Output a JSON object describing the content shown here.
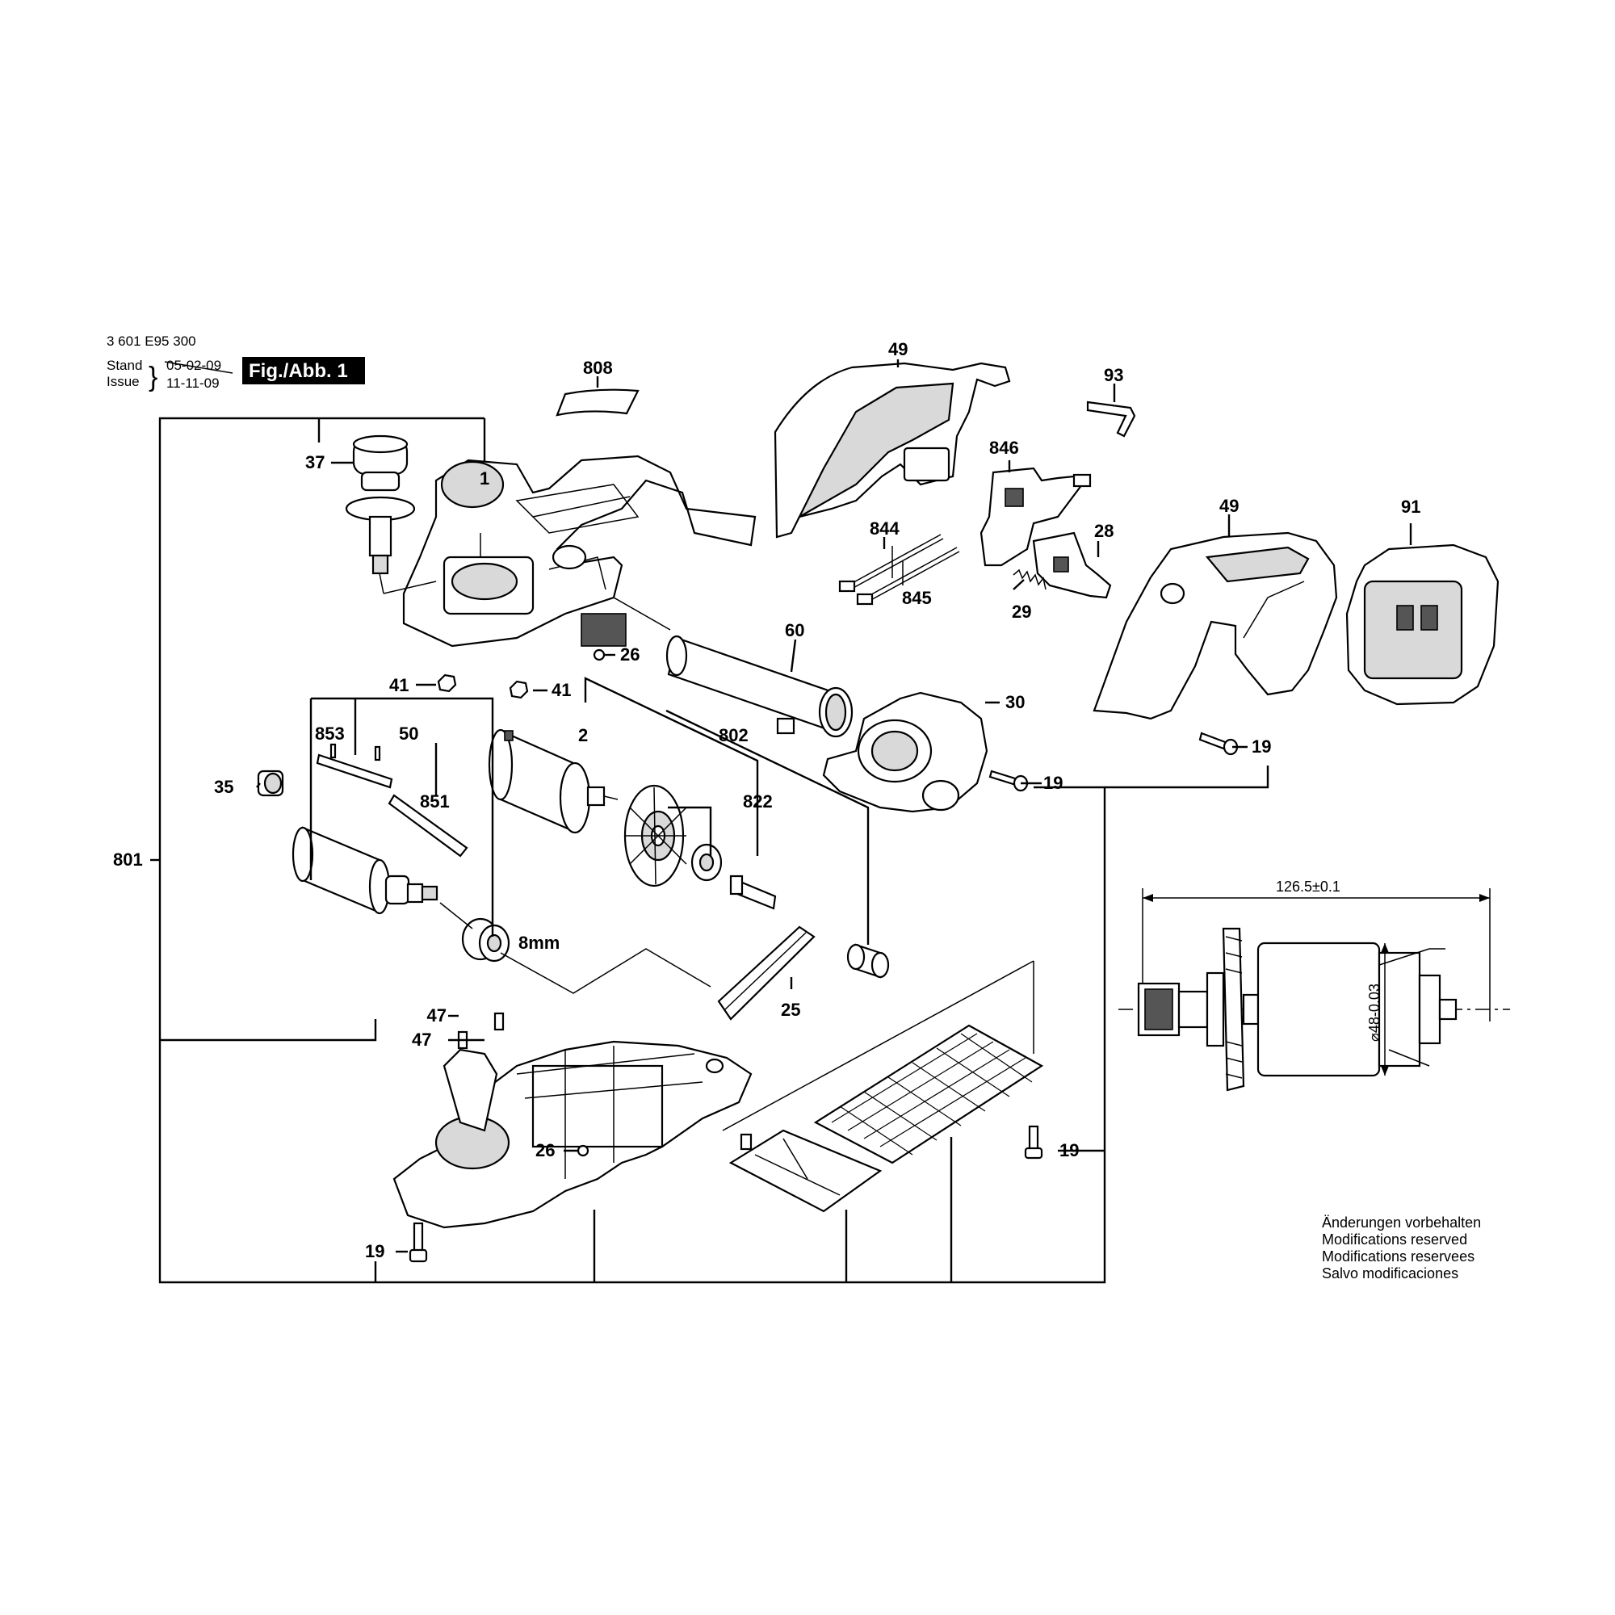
{
  "header": {
    "doc_number": "3 601 E95 300",
    "stand_label": "Stand",
    "issue_label": "Issue",
    "stand_date": "05-02-09",
    "issue_date": "11-11-09",
    "figure_label": "Fig./Abb. 1"
  },
  "callouts": {
    "c808": "808",
    "c49a": "49",
    "c93": "93",
    "c37": "37",
    "c1": "1",
    "c846": "846",
    "c844": "844",
    "c845": "845",
    "c28": "28",
    "c29": "29",
    "c49b": "49",
    "c91": "91",
    "c26a": "26",
    "c60": "60",
    "c41a": "41",
    "c41b": "41",
    "c30": "30",
    "c19a": "19",
    "c19b": "19",
    "c853": "853",
    "c50": "50",
    "c2": "2",
    "c802": "802",
    "c822": "822",
    "c35": "35",
    "c851": "851",
    "c801": "801",
    "c8mm": "8mm",
    "c25": "25",
    "c47a": "47",
    "c47b": "47",
    "c26b": "26",
    "c19c": "19",
    "c19d": "19"
  },
  "motor_detail": {
    "length_dim": "126.5±0.1",
    "diameter_dim": "⌀48-0.03"
  },
  "notes": [
    "Änderungen vorbehalten",
    "Modifications reserved",
    "Modifications reservees",
    "Salvo modificaciones"
  ]
}
